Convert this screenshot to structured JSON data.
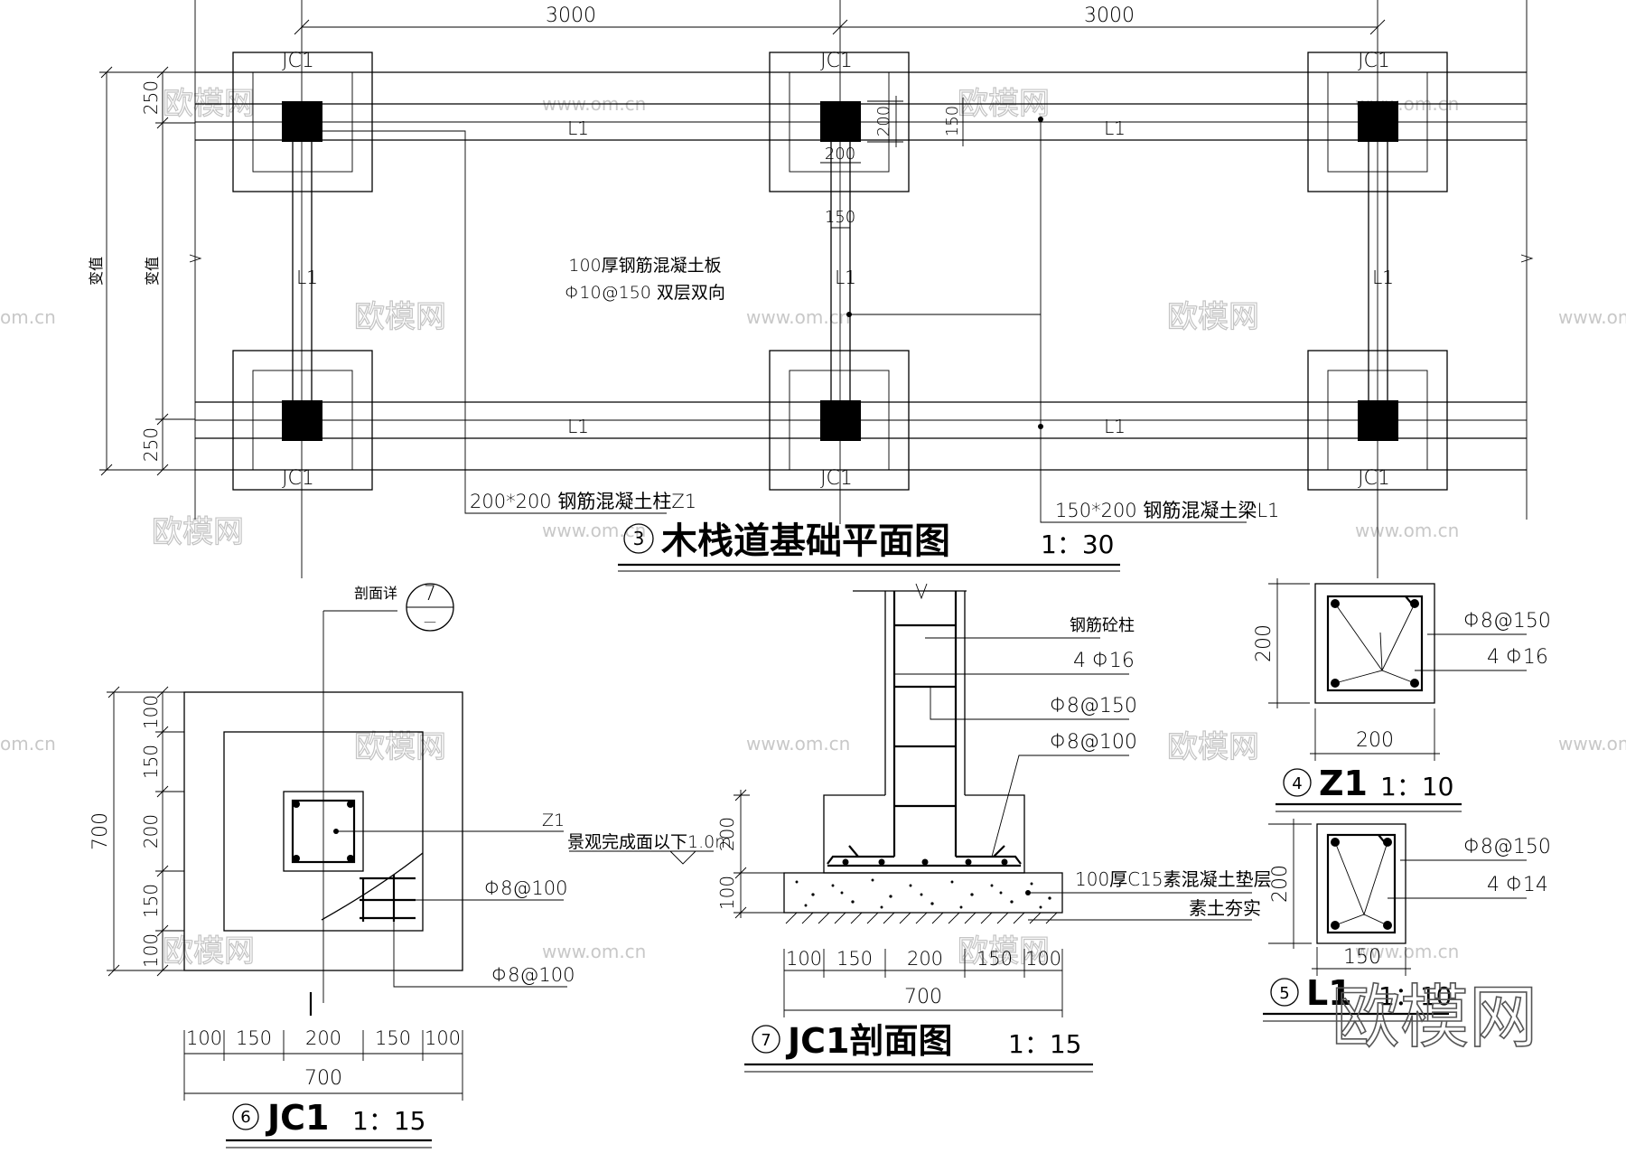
{
  "drawing": {
    "plan": {
      "title": "木栈道基础平面图",
      "scale": "1：30",
      "index": "3",
      "dim_top": [
        "3000",
        "3000"
      ],
      "dim_left": [
        "250",
        "250"
      ],
      "dim_variable": [
        "变值",
        "变值"
      ],
      "dim_col": [
        "200",
        "200",
        "150",
        "150"
      ],
      "footing_label": "JC1",
      "beam_label": "L1",
      "slab_note_1": "100厚钢筋混凝土板",
      "slab_note_2": "Φ10@150 双层双向",
      "column_note": "200*200 钢筋混凝土柱Z1",
      "beam_note": "150*200 钢筋混凝土梁L1"
    },
    "jc1_plan": {
      "title": "JC1",
      "scale": "1：15",
      "index": "6",
      "section_ref_label": "剖面详",
      "section_ref_num": "7",
      "section_ref_sheet": "—",
      "section_mark": "I",
      "dim_left_total": "700",
      "dim_left_parts": [
        "100",
        "150",
        "200",
        "150",
        "100"
      ],
      "dim_bottom_parts": [
        "100",
        "150",
        "200",
        "150",
        "100"
      ],
      "dim_bottom_total": "700",
      "label_column": "Z1",
      "label_rebar_1": "Φ8@100",
      "label_rebar_2": "Φ8@100"
    },
    "jc1_section": {
      "title": "JC1剖面图",
      "scale": "1：15",
      "index": "7",
      "labels": [
        "钢筋砼柱",
        "4 Φ16",
        "Φ8@150",
        "Φ8@100"
      ],
      "level_note": "景观完成面以下1.0m",
      "dim_right": [
        "200",
        "100"
      ],
      "pad_note": "100厚C15素混凝土垫层",
      "soil_note": "素土夯实",
      "dim_bottom_parts": [
        "100",
        "150",
        "200",
        "150",
        "100"
      ],
      "dim_bottom_total": "700"
    },
    "z1": {
      "title": "Z1",
      "scale": "1：10",
      "index": "4",
      "dim_side": "200",
      "dim_bottom": "200",
      "label_stirrup": "Φ8@150",
      "label_main": "4 Φ16"
    },
    "l1": {
      "title": "L1",
      "scale": "1：10",
      "index": "5",
      "dim_side": "200",
      "dim_bottom": "150",
      "label_stirrup": "Φ8@150",
      "label_main": "4 Φ14"
    }
  },
  "watermark": {
    "logo": "欧模网",
    "url": "www.om.cn",
    "url_alt": "om.cn"
  },
  "colors": {
    "line": "#000000",
    "watermark": "#c8c8c8",
    "background": "#ffffff"
  }
}
